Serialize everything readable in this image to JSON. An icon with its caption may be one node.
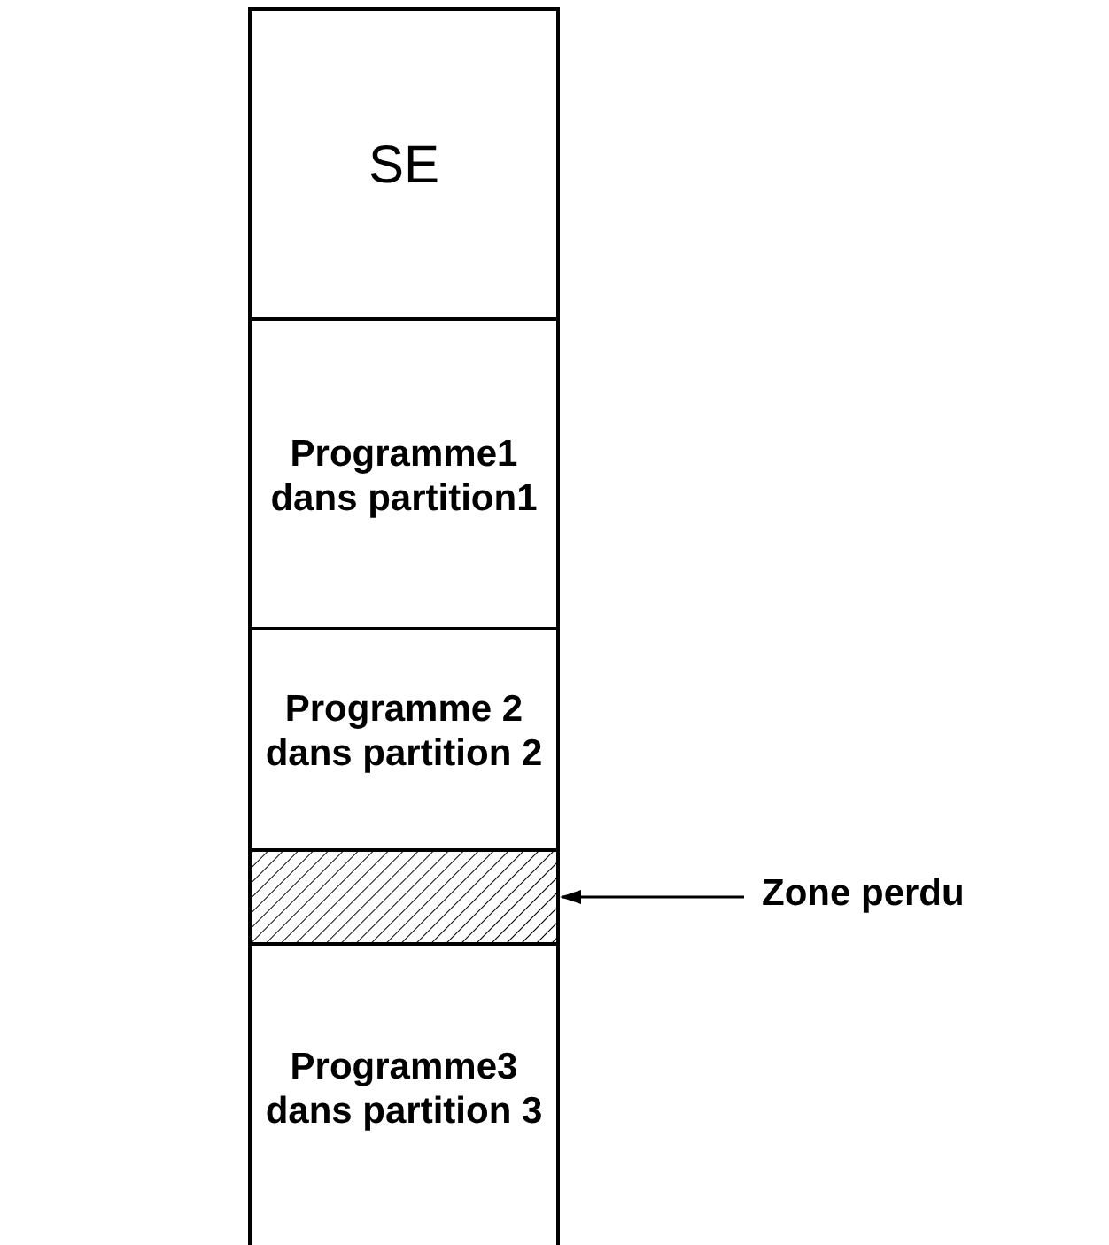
{
  "diagram": {
    "nodes": [
      {
        "text": [
          "SE"
        ]
      },
      {
        "text": [
          "Programme1 dans partition1"
        ]
      },
      {
        "text": [
          "Programme 2 dans partition 2"
        ]
      },
      {
        "text": [],
        "shape": "bar"
      },
      {
        "text": [
          "Programme3 dans partition 3"
        ]
      },
      {
        "text": [
          "Zone perdu"
        ]
      }
    ],
    "edges": [
      {
        "from": 5,
        "to": 3,
        "arrow": "to"
      }
    ]
  }
}
